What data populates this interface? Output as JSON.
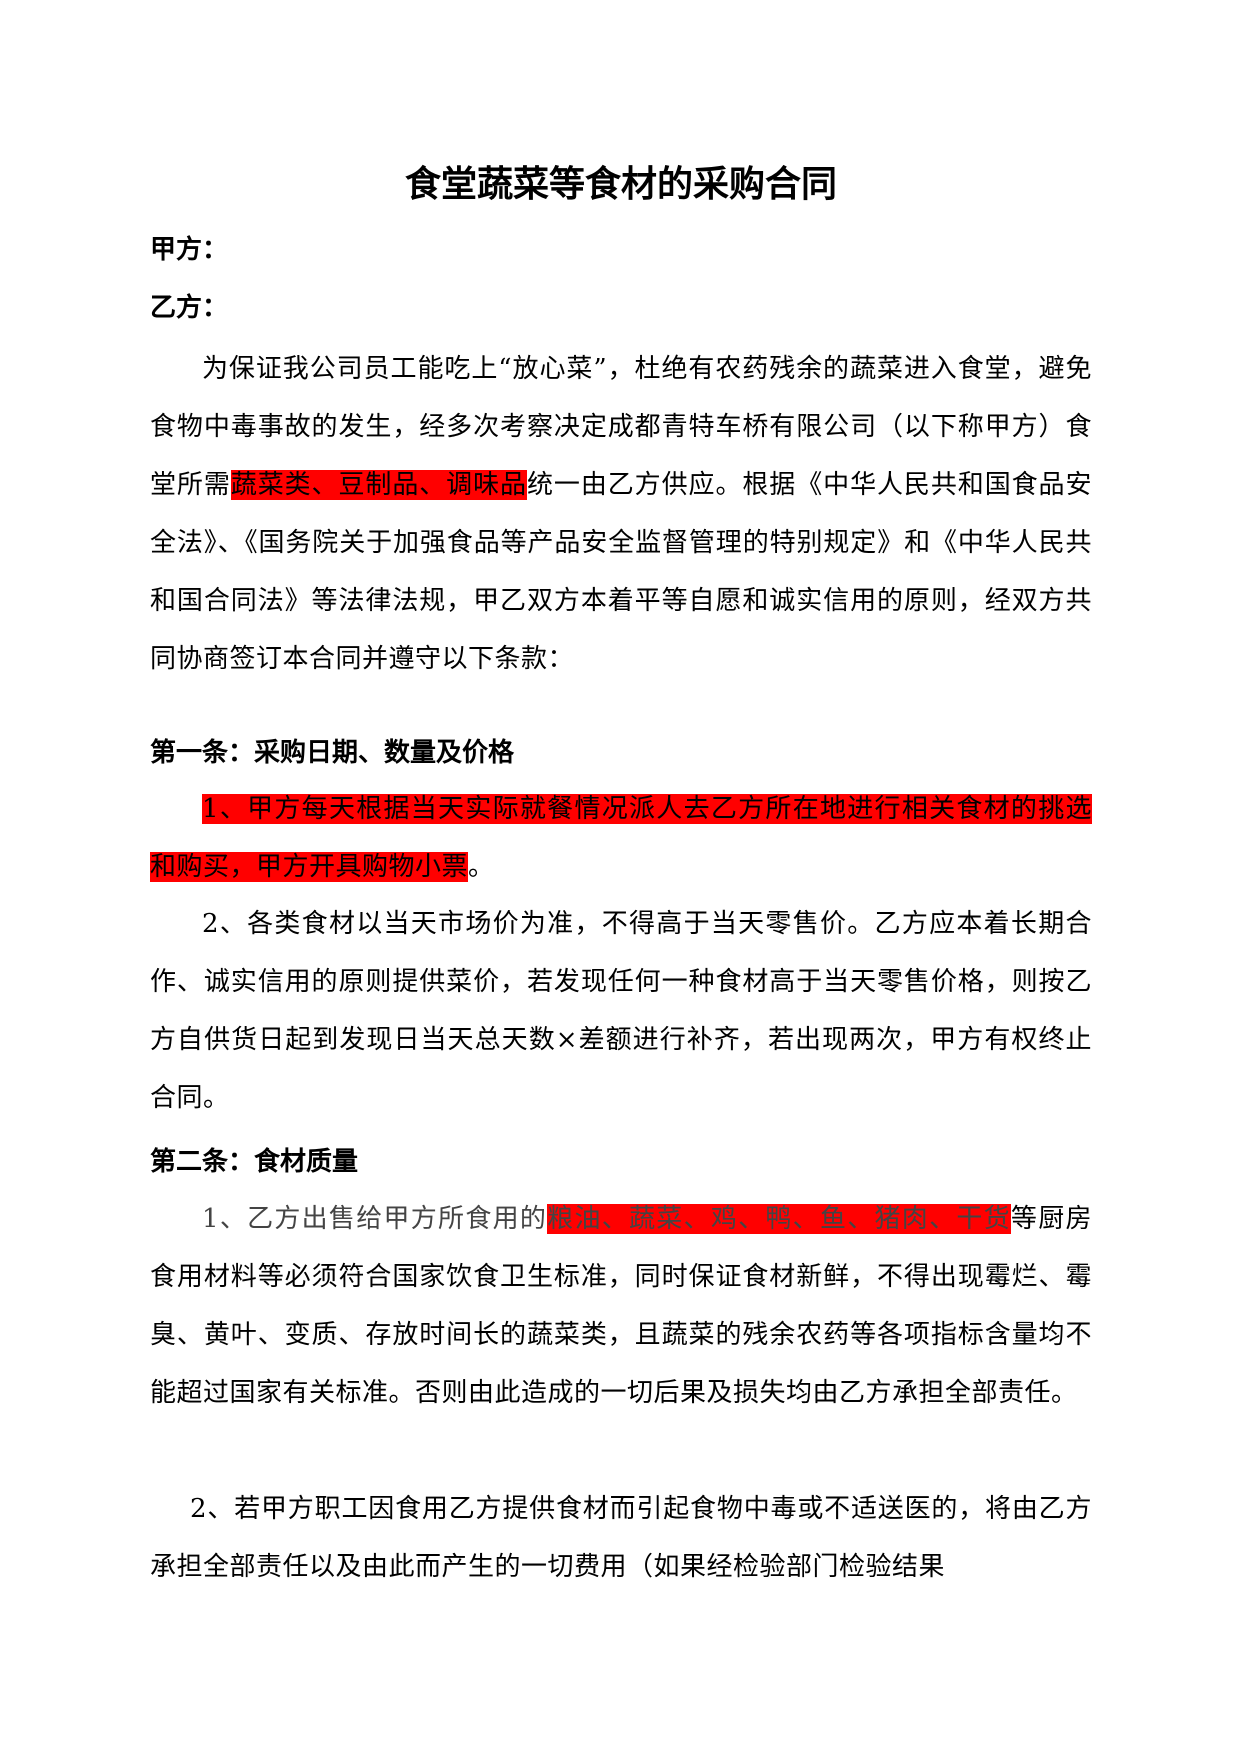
{
  "title": "食堂蔬菜等食材的采购合同",
  "party_a": "甲方：",
  "party_b": "乙方：",
  "intro": {
    "part1": "为保证我公司员工能吃上“放心菜”，杜绝有农药残余的蔬菜进入食堂，避免食物中毒事故的发生，经多次考察决定成都青特车桥有限公司（以下称甲方）食堂所需",
    "highlight": "蔬菜类、豆制品、调味品",
    "part2": "统一由乙方供应。根据《中华人民共和国食品安全法》、《国务院关于加强食品等产品安全监督管理的特别规定》和《中华人民共和国合同法》等法律法规，甲乙双方本着平等自愿和诚实信用的原则，经双方共同协商签订本合同并遵守以下条款："
  },
  "article1": {
    "heading": "第一条：采购日期、数量及价格",
    "item1_highlight": "1、甲方每天根据当天实际就餐情况派人去乙方所在地进行相关食材的挑选和购买，甲方开具购物小票",
    "item1_end": "。",
    "item2": "2、各类食材以当天市场价为准，不得高于当天零售价。乙方应本着长期合作、诚实信用的原则提供菜价，若发现任何一种食材高于当天零售价格，则按乙方自供货日起到发现日当天总天数×差额进行补齐，若出现两次，甲方有权终止合同。"
  },
  "article2": {
    "heading": "第二条：食材质量",
    "item1_part1": "1、乙方出售给甲方所食用的",
    "item1_highlight": "粮油、蔬菜、鸡、鸭、鱼、猪肉、干货",
    "item1_part2": "等厨房食用材料等必须符合国家饮食卫生标准，同时保证食材新鲜，不得出现霉烂、霉臭、黄叶、变质、存放时间长的蔬菜类，且蔬菜的残余农药等各项指标含量均不能超过国家有关标准。否则由此造成的一切后果及损失均由乙方承担全部责任。",
    "item2": "2、若甲方职工因食用乙方提供食材而引起食物中毒或不适送医的，将由乙方承担全部责任以及由此而产生的一切费用（如果经检验部门检验结果"
  }
}
